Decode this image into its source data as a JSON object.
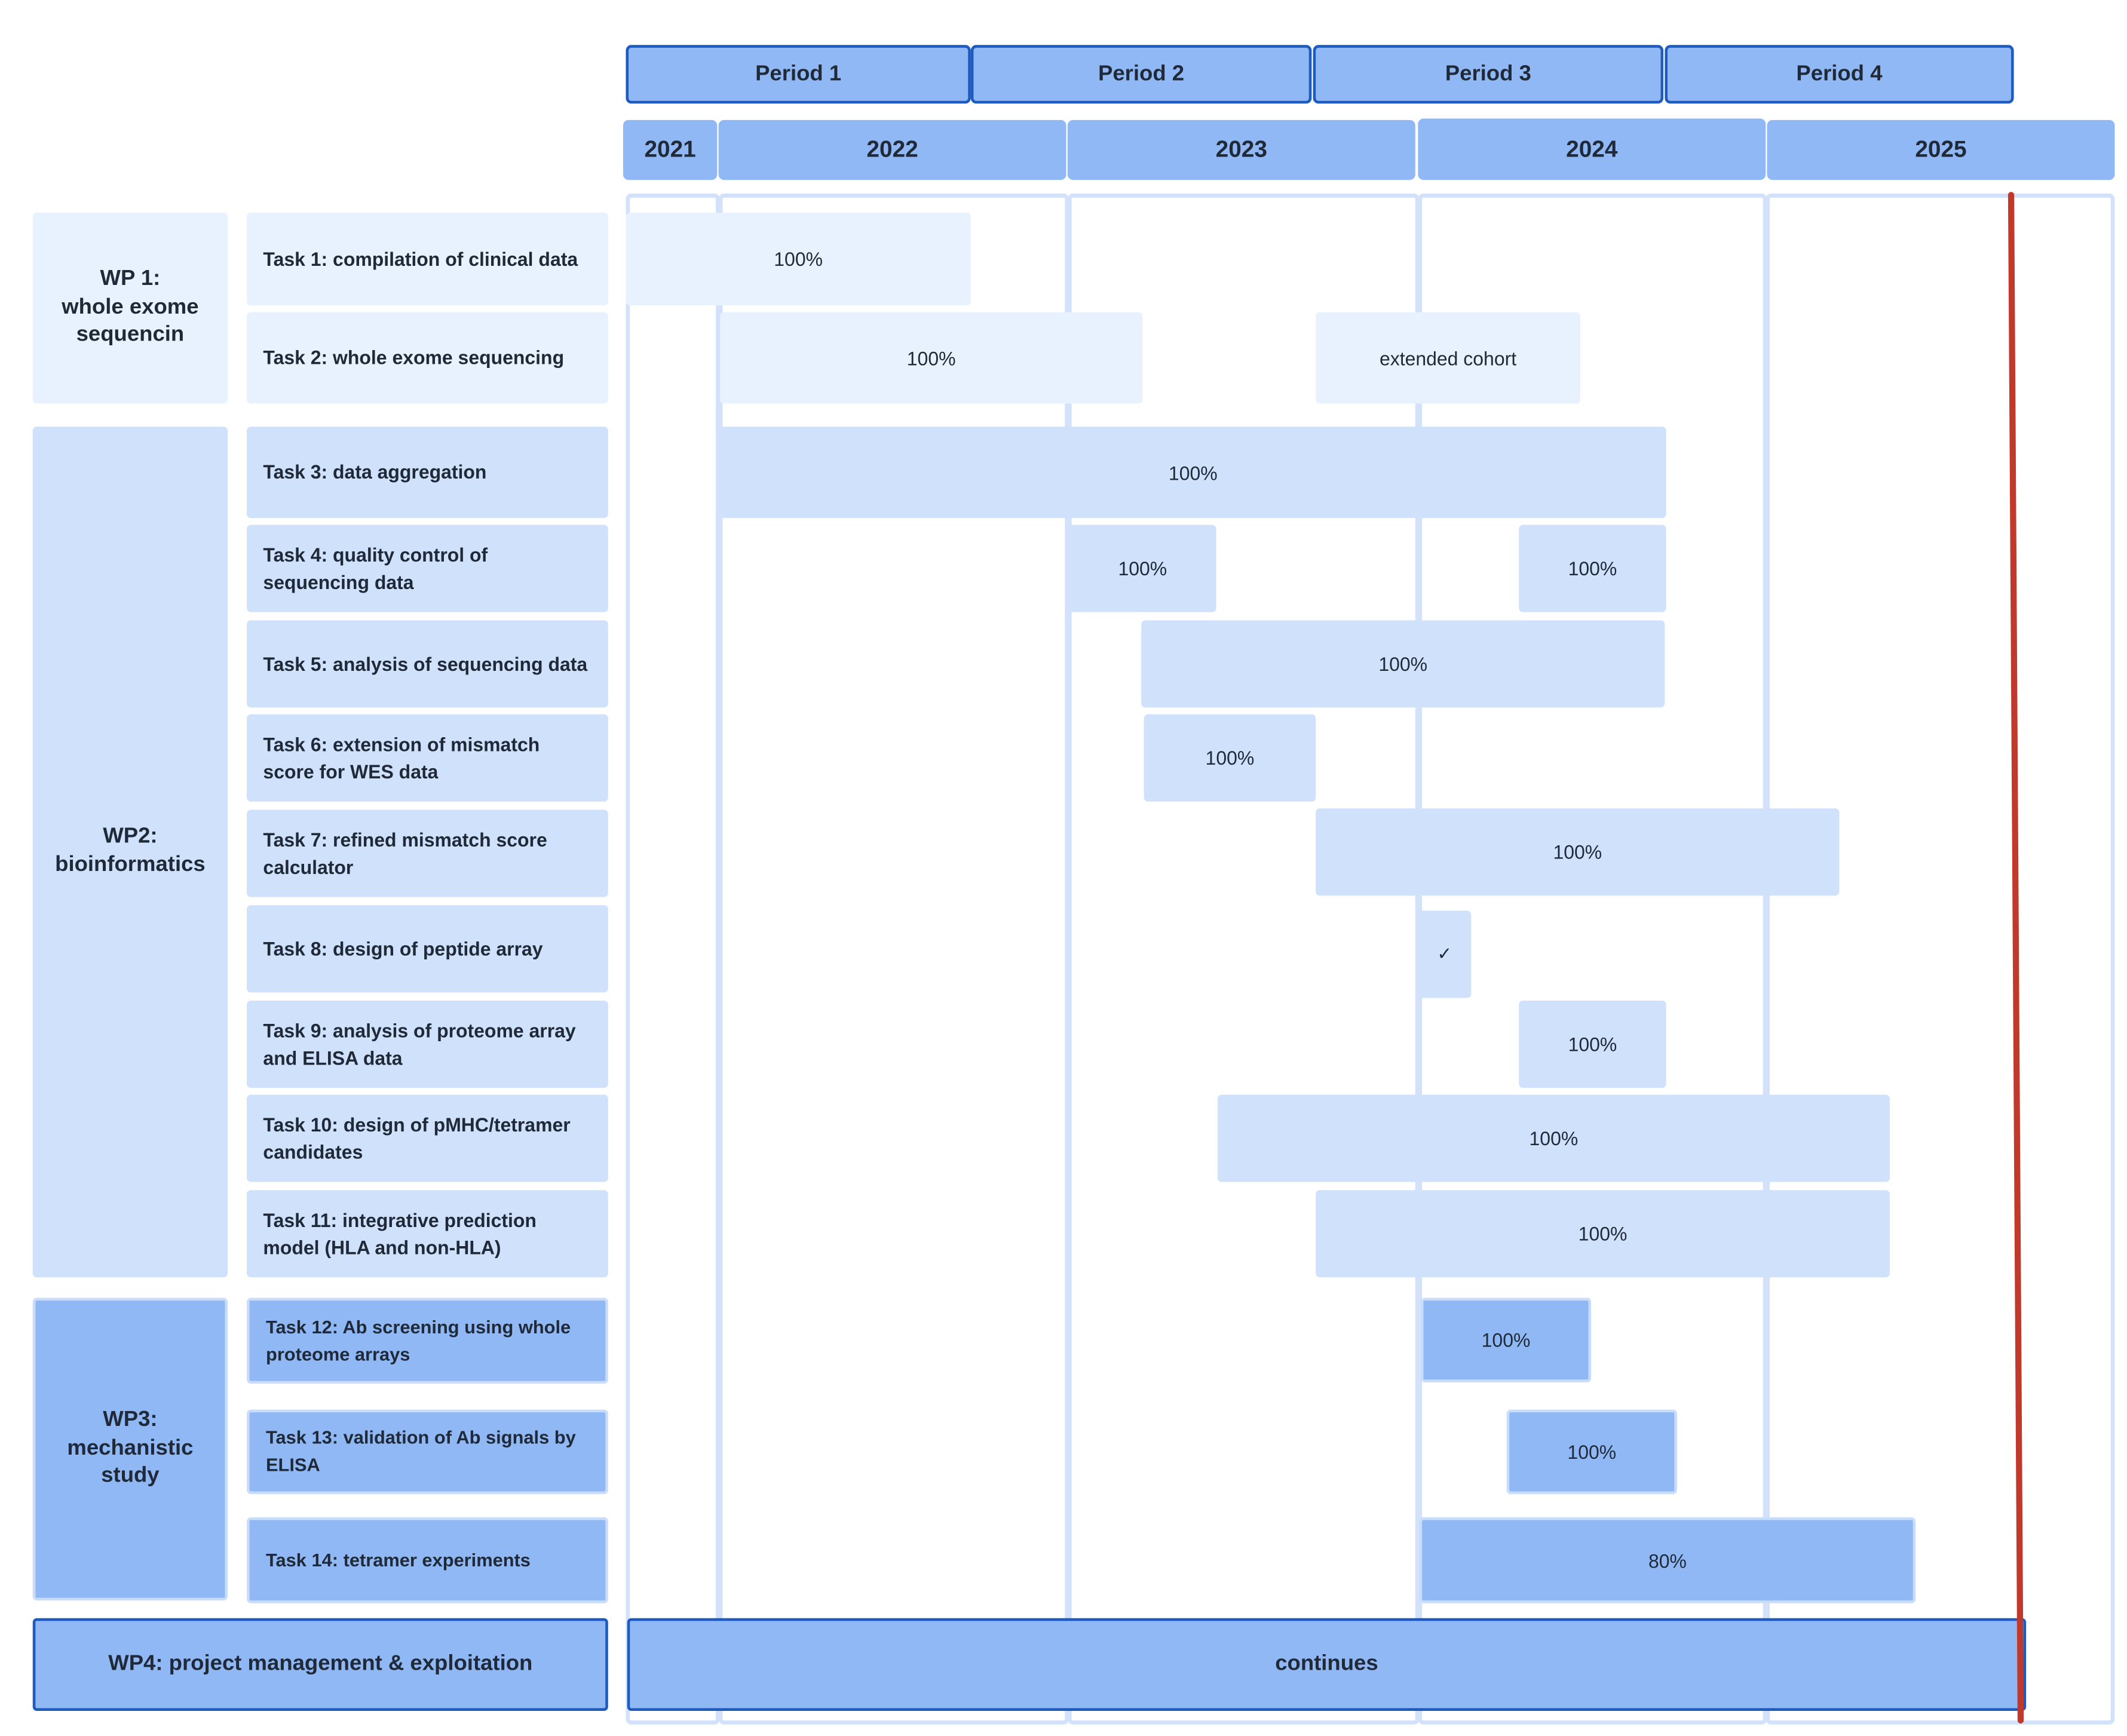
{
  "periods": [
    "Period 1",
    "Period 2",
    "Period 3",
    "Period 4"
  ],
  "years": [
    "2021",
    "2022",
    "2023",
    "2024",
    "2025"
  ],
  "work_packages": [
    {
      "label": "WP 1:\nwhole exome\nsequencin"
    },
    {
      "label": "WP2:\nbioinformatics"
    },
    {
      "label": "WP3:\nmechanistic\nstudy"
    },
    {
      "label": "WP4: project management & exploitation"
    }
  ],
  "tasks": [
    {
      "label": "Task 1: compilation of clinical data",
      "bars": [
        "100%"
      ]
    },
    {
      "label": "Task 2: whole exome sequencing",
      "bars": [
        "100%",
        "extended cohort"
      ]
    },
    {
      "label": "Task 3: data aggregation",
      "bars": [
        "100%"
      ]
    },
    {
      "label": "Task 4: quality control of sequencing data",
      "bars": [
        "100%",
        "100%"
      ]
    },
    {
      "label": "Task 5: analysis of sequencing data",
      "bars": [
        "100%"
      ]
    },
    {
      "label": "Task 6: extension of mismatch score for WES data",
      "bars": [
        "100%"
      ]
    },
    {
      "label": "Task 7: refined mismatch score calculator",
      "bars": [
        "100%"
      ]
    },
    {
      "label": "Task 8: design of peptide array",
      "bars": [
        "✓"
      ]
    },
    {
      "label": "Task 9: analysis of proteome array and ELISA data",
      "bars": [
        "100%"
      ]
    },
    {
      "label": "Task 10: design of pMHC/tetramer candidates",
      "bars": [
        "100%"
      ]
    },
    {
      "label": "Task 11: integrative prediction model (HLA and non-HLA)",
      "bars": [
        "100%"
      ]
    },
    {
      "label": "Task 12: Ab screening using whole proteome arrays",
      "bars": [
        "100%"
      ]
    },
    {
      "label": "Task 13: validation of Ab signals by ELISA",
      "bars": [
        "100%"
      ]
    },
    {
      "label": "Task 14: tetramer experiments",
      "bars": [
        "80%"
      ]
    }
  ],
  "wp4_bar": "continues",
  "colors": {
    "header_fill": "#8fb8f5",
    "header_border": "#1d5bbf",
    "wp1_fill": "#e8f1fe",
    "wp2_fill": "#d0e1fb",
    "wp3_fill": "#8fb8f5",
    "today_line": "#c0392b"
  }
}
